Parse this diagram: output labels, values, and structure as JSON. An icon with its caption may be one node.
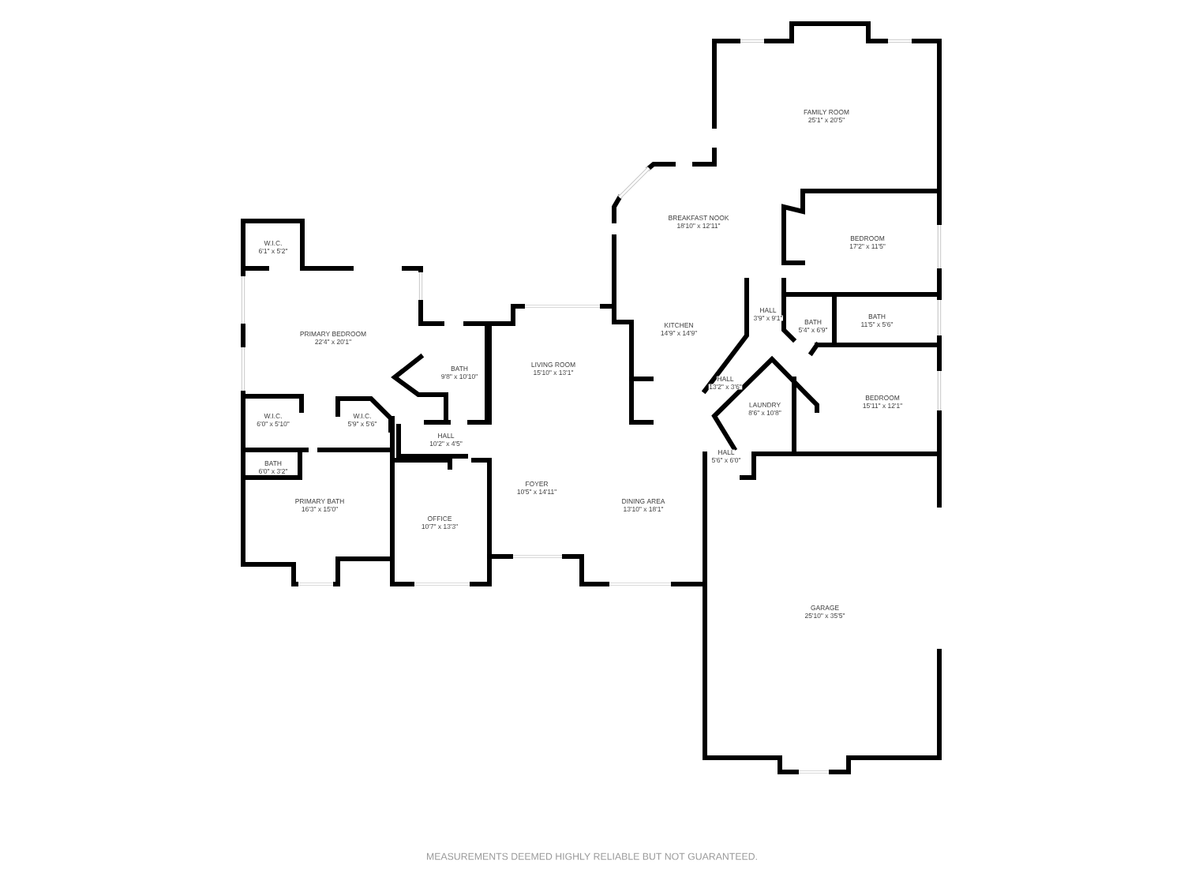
{
  "diagram": {
    "labels": [
      "FAMILY ROOM",
      "25'1\" x 20'5\"",
      "BREAKFAST NOOK",
      "18'10\" x 12'11\"",
      "W.I.C.",
      "6'1\" x 5'2\"",
      "BEDROOM",
      "17'2\" x 11'5\"",
      "HALL",
      "3'9\" x 9'1\"",
      "BATH",
      "5'4\" x 6'9\"",
      "BATH",
      "11'5\" x 5'6\"",
      "PRIMARY BEDROOM",
      "22'4\" x 20'1\"",
      "KITCHEN",
      "14'9\" x 14'9\"",
      "BATH",
      "9'8\" x 10'10\"",
      "LIVING ROOM",
      "15'10\" x 13'1\"",
      "HALL",
      "13'2\" x 3'6\"",
      "LAUNDRY",
      "8'6\" x 10'8\"",
      "BEDROOM",
      "15'11\" x 12'1\"",
      "W.I.C.",
      "6'0\" x 5'10\"",
      "W.I.C.",
      "5'9\" x 5'6\"",
      "HALL",
      "10'2\" x 4'5\"",
      "HALL",
      "5'6\" x 6'0\"",
      "BATH",
      "6'0\" x 3'2\"",
      "FOYER",
      "10'5\" x 14'11\"",
      "PRIMARY BATH",
      "16'3\" x 15'0\"",
      "OFFICE",
      "10'7\" x 13'3\"",
      "DINING AREA",
      "13'10\" x 18'1\"",
      "GARAGE",
      "25'10\" x 35'5\"",
      "MEASUREMENTS DEEMED HIGHLY RELIABLE BUT NOT GUARANTEED."
    ]
  }
}
